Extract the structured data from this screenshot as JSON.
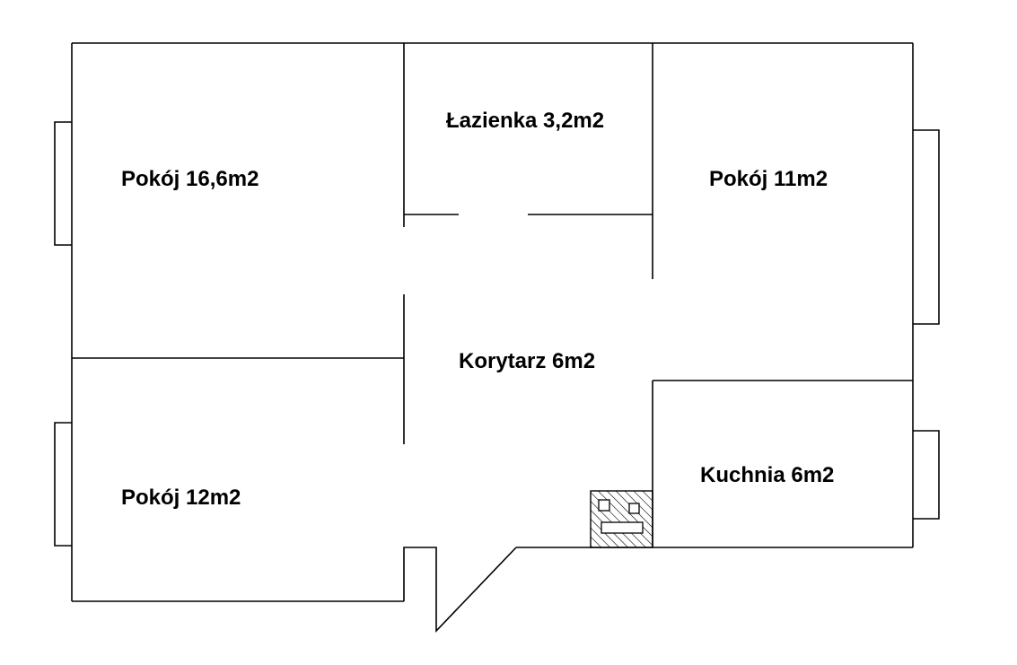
{
  "rooms": {
    "pokoj_large": "Pokój 16,6m2",
    "bathroom": "Łazienka 3,2m2",
    "pokoj_right": "Pokój 11m2",
    "corridor": "Korytarz 6m2",
    "kitchen": "Kuchnia 6m2",
    "pokoj_small": "Pokój 12m2"
  },
  "colors": {
    "wall": "#000000",
    "background": "#ffffff"
  }
}
